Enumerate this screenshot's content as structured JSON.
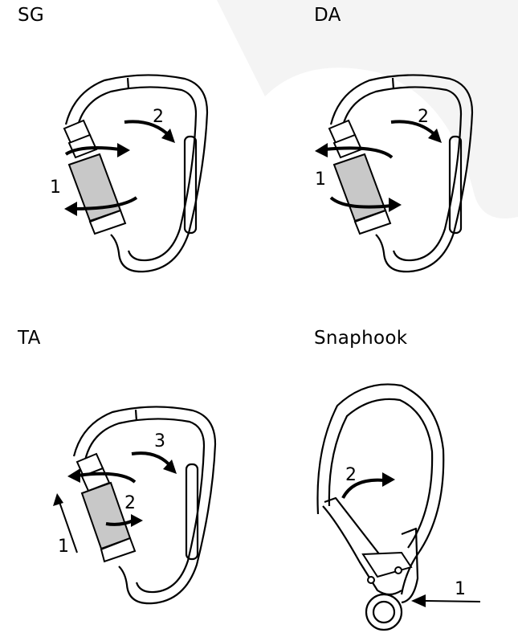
{
  "panels": [
    {
      "title": "SG",
      "steps": [
        "1",
        "2"
      ]
    },
    {
      "title": "DA",
      "steps": [
        "1",
        "2"
      ]
    },
    {
      "title": "TA",
      "steps": [
        "1",
        "2",
        "3"
      ]
    },
    {
      "title": "Snaphook",
      "steps": [
        "1",
        "2"
      ]
    }
  ],
  "colors": {
    "line": "#000000",
    "sleeve": "#c8c8c8",
    "watermark": "#f3f3f3"
  }
}
